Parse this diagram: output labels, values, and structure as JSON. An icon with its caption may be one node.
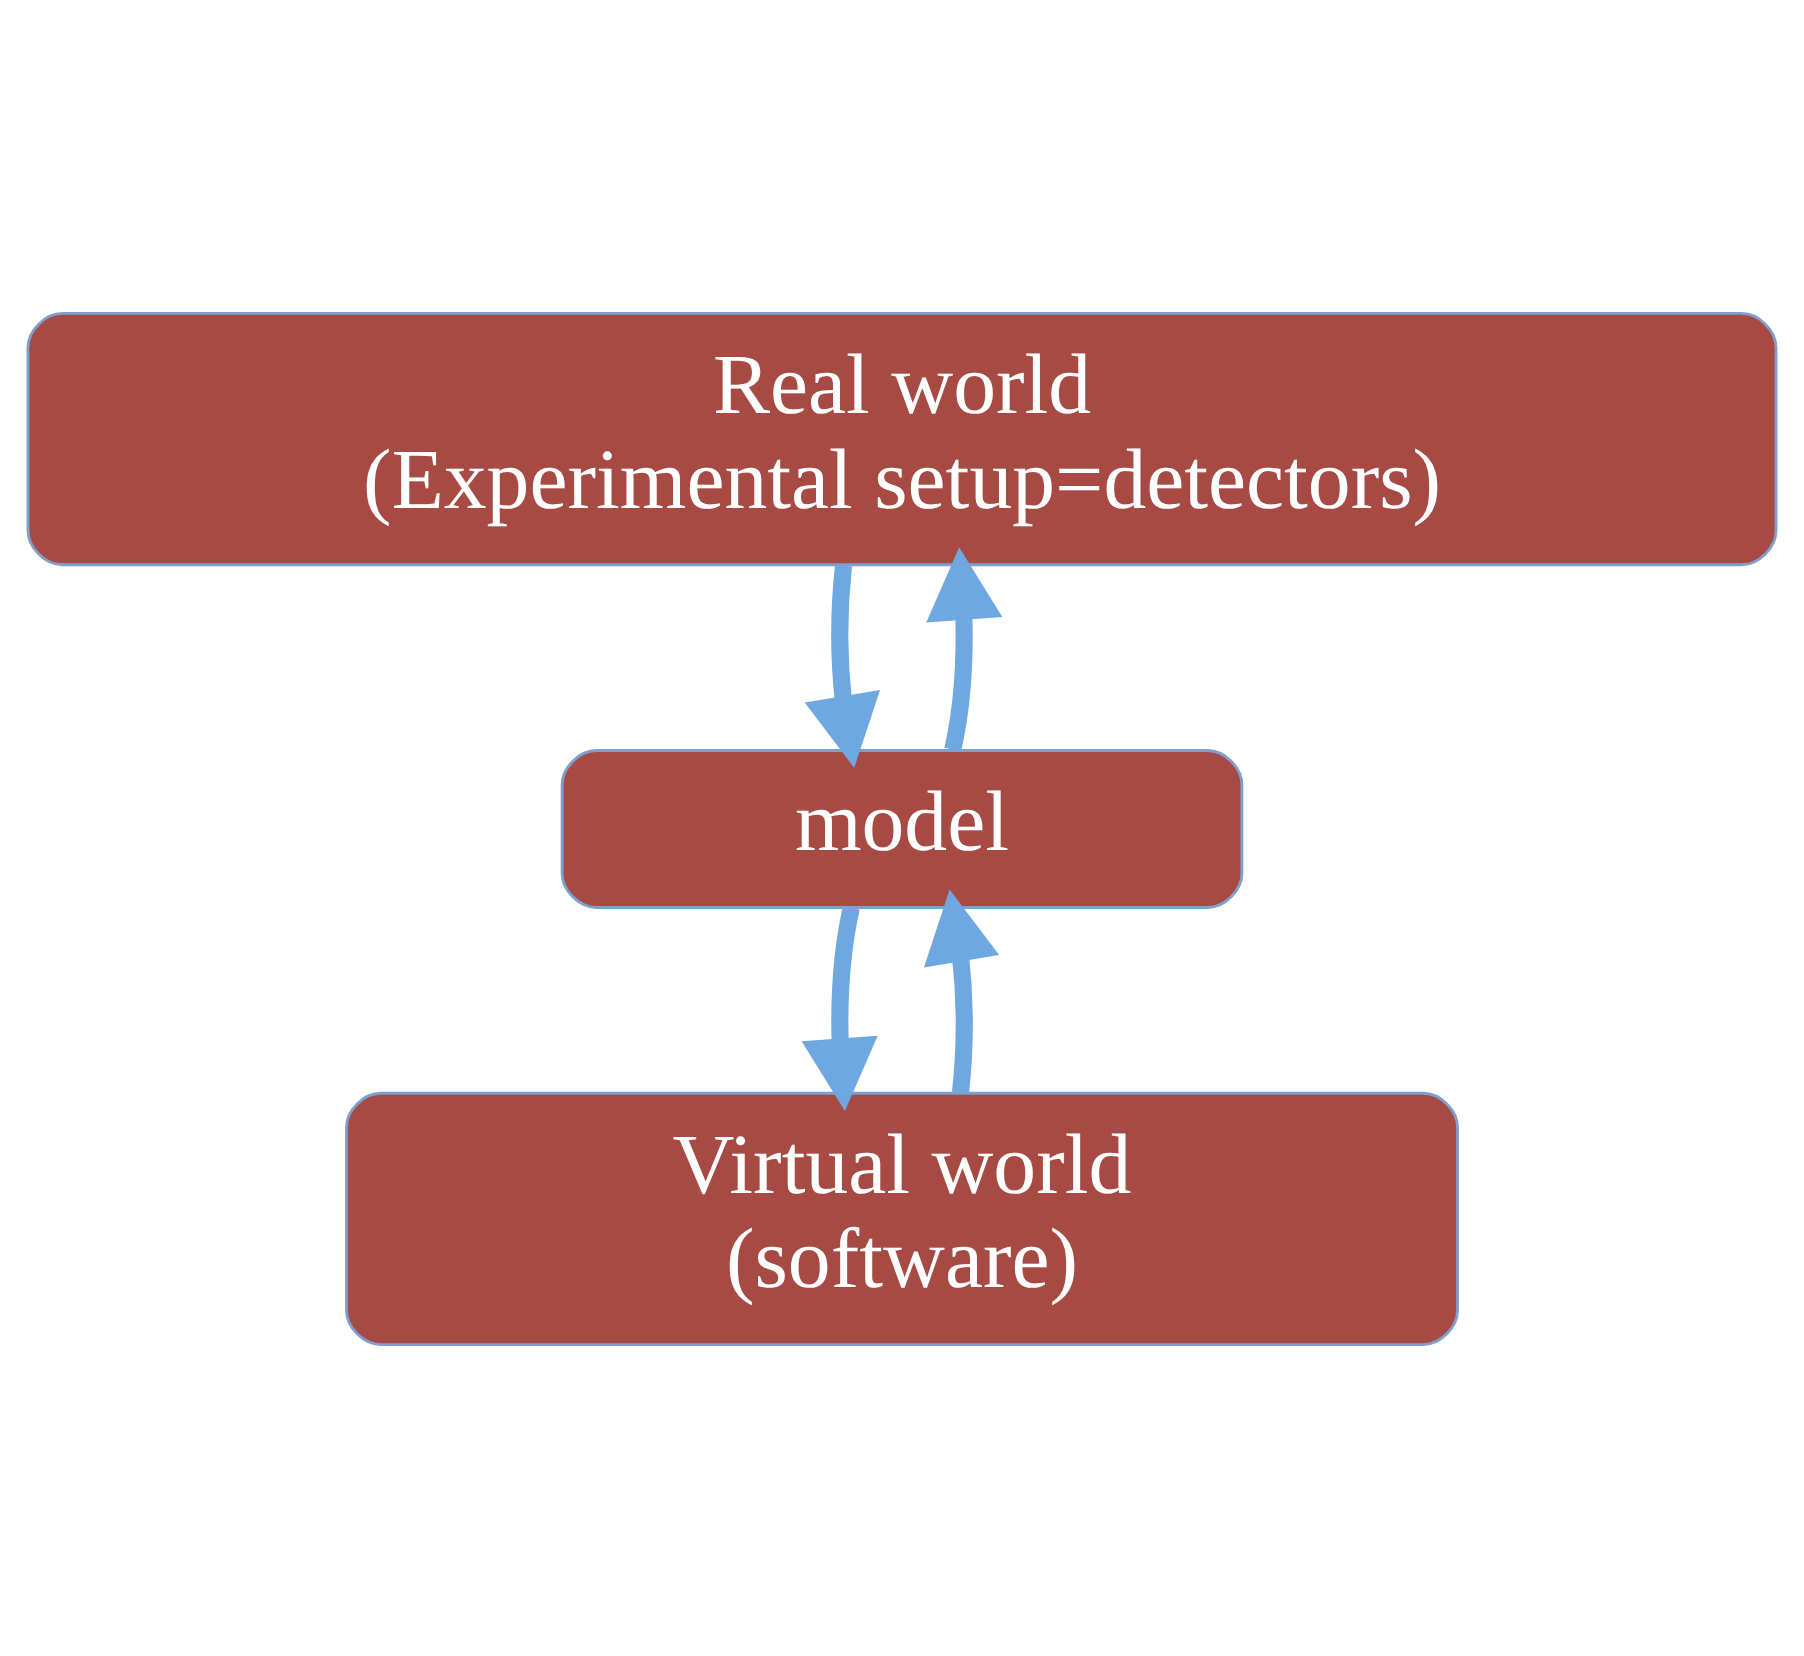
{
  "diagram": {
    "nodes": [
      {
        "text": [
          "Real world (Experimental setup=detectors)"
        ]
      },
      {
        "text": [
          "model"
        ]
      },
      {
        "text": [
          "Virtual world (software)"
        ]
      }
    ],
    "edges": [
      {
        "from": 0,
        "to": 1,
        "arrow": "to"
      },
      {
        "from": 1,
        "to": 0,
        "arrow": "to"
      },
      {
        "from": 1,
        "to": 2,
        "arrow": "to"
      },
      {
        "from": 2,
        "to": 1,
        "arrow": "to"
      }
    ]
  }
}
